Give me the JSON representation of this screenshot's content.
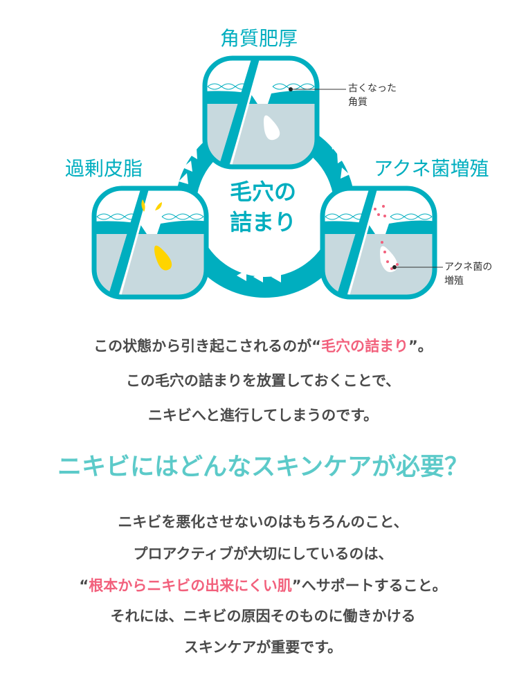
{
  "diagram": {
    "top_label": "角質肥厚",
    "left_label": "過剰皮脂",
    "right_label": "アクネ菌増殖",
    "center_line1": "毛穴の",
    "center_line2": "詰まり",
    "note_top_line1": "古くなった",
    "note_top_line2": "角質",
    "note_right_line1": "アクネ菌の",
    "note_right_line2": "増殖",
    "colors": {
      "teal": "#00aebf",
      "skin": "#c7d9de",
      "sebum": "#ffd400",
      "bacteria": "#f2607c"
    }
  },
  "intro": {
    "line1_a": "この状態から引き起こされるのが“",
    "line1_b": "毛穴の詰まり",
    "line1_c": "”。",
    "line2": "この毛穴の詰まりを放置しておくことで、",
    "line3": "ニキビへと進行してしまうのです。"
  },
  "heading": "ニキビにはどんなスキンケアが必要？",
  "body": {
    "line1": "ニキビを悪化させないのはもちろんのこと、",
    "line2": "プロアクティブが大切にしているのは、",
    "line3_a": "“",
    "line3_b": "根本からニキビの出来にくい肌",
    "line3_c": "”へサポートすること。",
    "line4": "それには、ニキビの原因そのものに働きかける",
    "line5": "スキンケアが重要です。"
  }
}
